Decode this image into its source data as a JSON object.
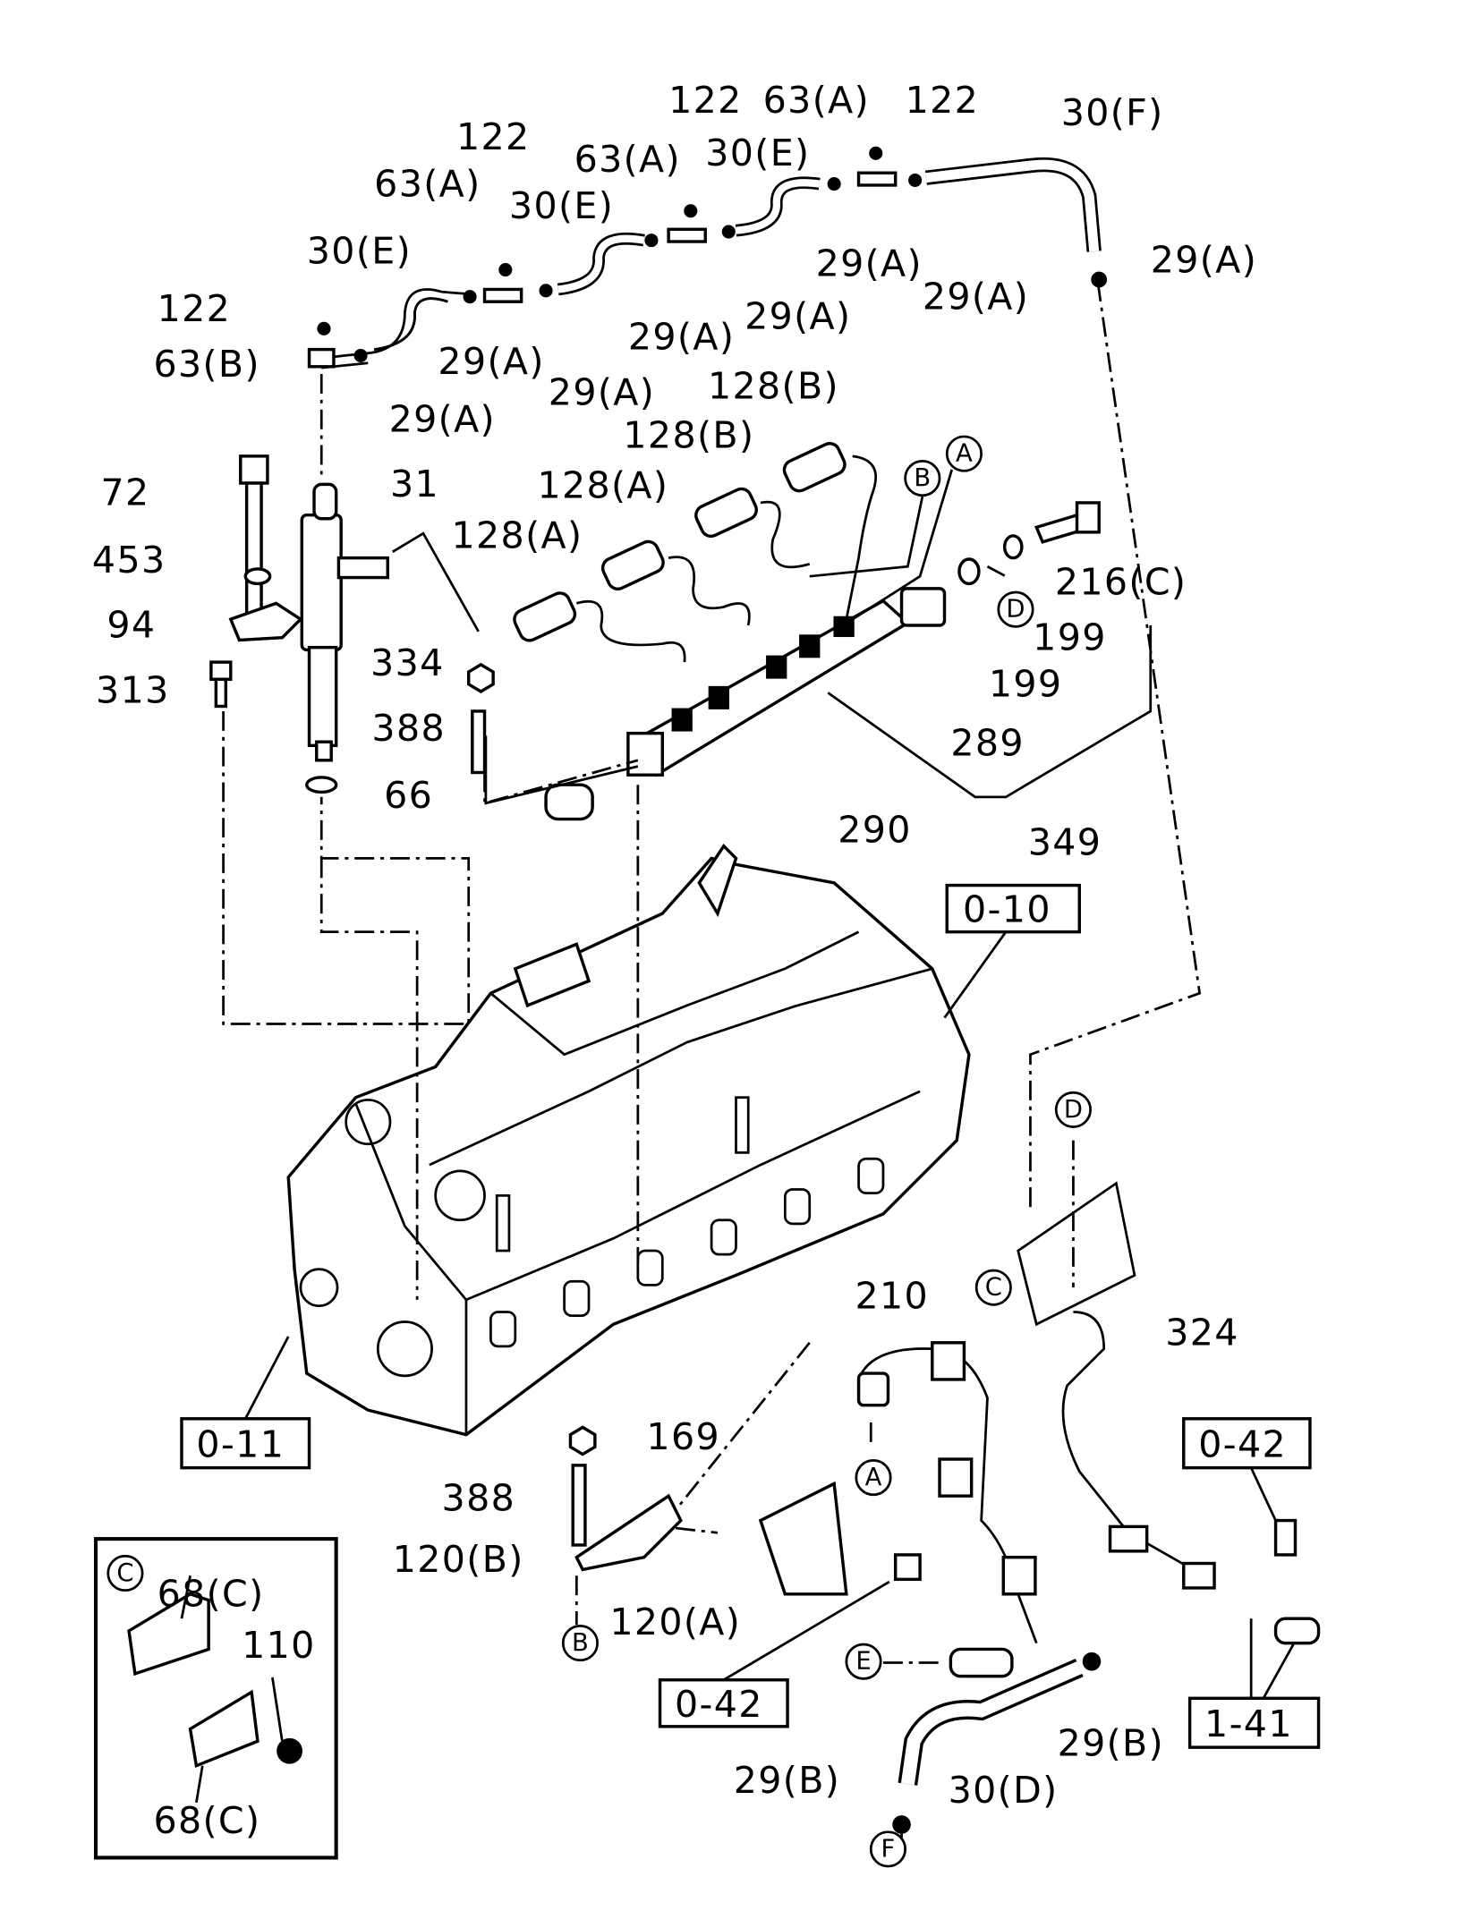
{
  "labels": [
    "122",
    "63(A)",
    "122",
    "30(F)",
    "122",
    "63(A)",
    "30(E)",
    "63(A)",
    "30(E)",
    "30(E)",
    "29(A)",
    "29(A)",
    "29(A)",
    "122",
    "29(A)",
    "29(A)",
    "63(B)",
    "29(A)",
    "29(A)",
    "29(A)",
    "128(B)",
    "128(B)",
    "128(A)",
    "128(A)",
    "72",
    "31",
    "453",
    "216(C)",
    "94",
    "199",
    "334",
    "199",
    "313",
    "388",
    "289",
    "66",
    "290",
    "349",
    "210",
    "324",
    "169",
    "388",
    "120(B)",
    "120(A)",
    "29(B)",
    "29(B)",
    "30(D)",
    "68(C)",
    "110",
    "68(C)"
  ],
  "boxed_refs": [
    "0-10",
    "0-11",
    "0-42",
    "0-42",
    "1-41"
  ],
  "circled": [
    "A",
    "B",
    "D",
    "D",
    "C",
    "A",
    "B",
    "E",
    "F",
    "C"
  ]
}
